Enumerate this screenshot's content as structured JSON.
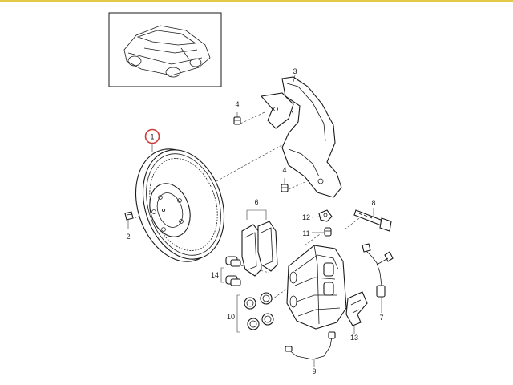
{
  "diagram": {
    "highlight_color": "#d23b3b",
    "labels": {
      "p1": "1",
      "p2": "2",
      "p3": "3",
      "p4": "4",
      "p6": "6",
      "p7": "7",
      "p8": "8",
      "p9": "9",
      "p10": "10",
      "p11": "11",
      "p12": "12",
      "p13": "13",
      "p14": "14"
    }
  }
}
